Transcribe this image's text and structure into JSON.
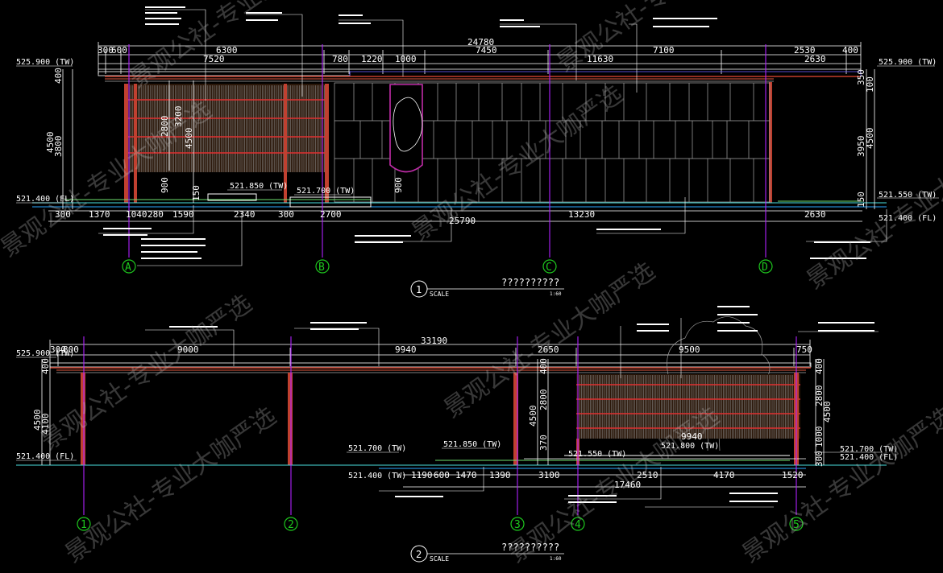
{
  "watermark": "景观公社-专业大咖严选",
  "view1": {
    "dims_top": [
      "24780",
      "300",
      "600",
      "6300",
      "780",
      "1220",
      "1000",
      "7450",
      "7100",
      "2530",
      "400",
      "7520",
      "11630",
      "2630"
    ],
    "dims_vertical": [
      "400",
      "3800",
      "4500",
      "2800",
      "3200",
      "4500",
      "900",
      "900",
      "150",
      "3950",
      "4500",
      "100",
      "350",
      "150"
    ],
    "dims_bottom": [
      "300",
      "1370",
      "1040",
      "280",
      "1590",
      "2340",
      "300",
      "2700",
      "25790",
      "13230",
      "2630"
    ],
    "elevations": {
      "top_left": "525.900 (TW)",
      "top_right": "525.900 (TW)",
      "base_left": "521.400 (FL)",
      "tw_1": "521.850 (TW)",
      "tw_2": "521.700 (TW)",
      "right_tw": "521.550 (TW)",
      "right_fl": "521.400 (FL)"
    },
    "axes": [
      "A",
      "B",
      "C",
      "D"
    ],
    "title": "??????????",
    "scale_label": "SCALE",
    "scale_value": "1:60",
    "number": "1"
  },
  "view2": {
    "dims_top": [
      "33190",
      "300",
      "800",
      "9000",
      "9940",
      "2650",
      "9500",
      "750"
    ],
    "dims_vertical": [
      "400",
      "4100",
      "4500",
      "400",
      "2800",
      "4500",
      "370",
      "400",
      "2800",
      "4500",
      "300",
      "1000"
    ],
    "dims_bottom": [
      "1190",
      "600",
      "1470",
      "1390",
      "3100",
      "2510",
      "4170",
      "1520",
      "17460",
      "9940"
    ],
    "elevations": {
      "top_left": "525.900 (TW)",
      "base_left": "521.400 (FL)",
      "tw_a": "521.700 (TW)",
      "tw_b": "521.850 (TW)",
      "fl_a": "521.400 (TW)",
      "mid_tw": "521.550 (TW)",
      "mid_tw2": "521.800 (TW)",
      "right_tw": "521.700 (TW)",
      "right_fl": "521.400 (FL)"
    },
    "axes": [
      "1",
      "2",
      "3",
      "4",
      "5"
    ],
    "title": "??????????",
    "scale_label": "SCALE",
    "scale_value": "1:60",
    "number": "2"
  }
}
